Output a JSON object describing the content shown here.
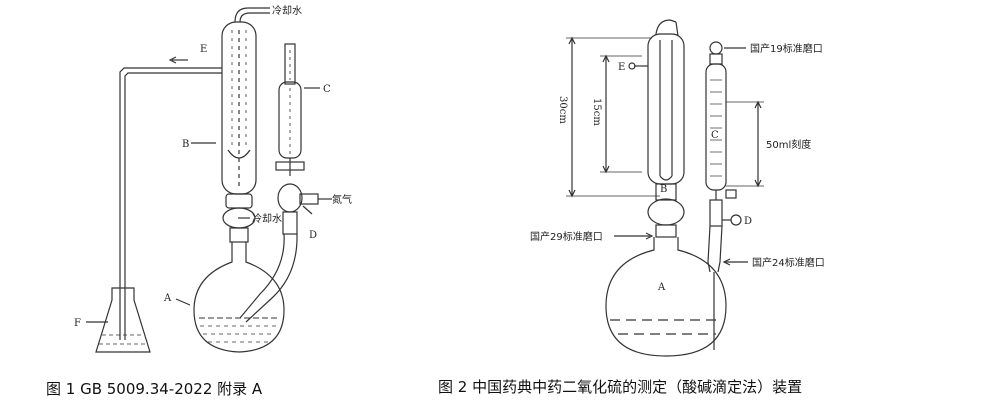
{
  "figure1": {
    "caption": "图 1 GB 5009.34-2022  附录 A",
    "labels": {
      "cooling_water_top": "冷却水",
      "E": "E",
      "B": "B",
      "C": "C",
      "A": "A",
      "nitrogen": "氮气",
      "cooling_water_mid": "冷却水",
      "D": "D",
      "F": "F"
    }
  },
  "figure2": {
    "caption": "图 2 中国药典中药二氧化硫的测定（酸碱滴定法）装置",
    "labels": {
      "E": "E",
      "B": "B",
      "C": "C",
      "D": "D",
      "A": "A",
      "height_30": "30cm",
      "height_15": "15cm",
      "joint_19": "国产19标准磨口",
      "graduation": "50ml刻度",
      "joint_29": "国产29标准磨口",
      "joint_24": "国产24标准磨口"
    }
  }
}
